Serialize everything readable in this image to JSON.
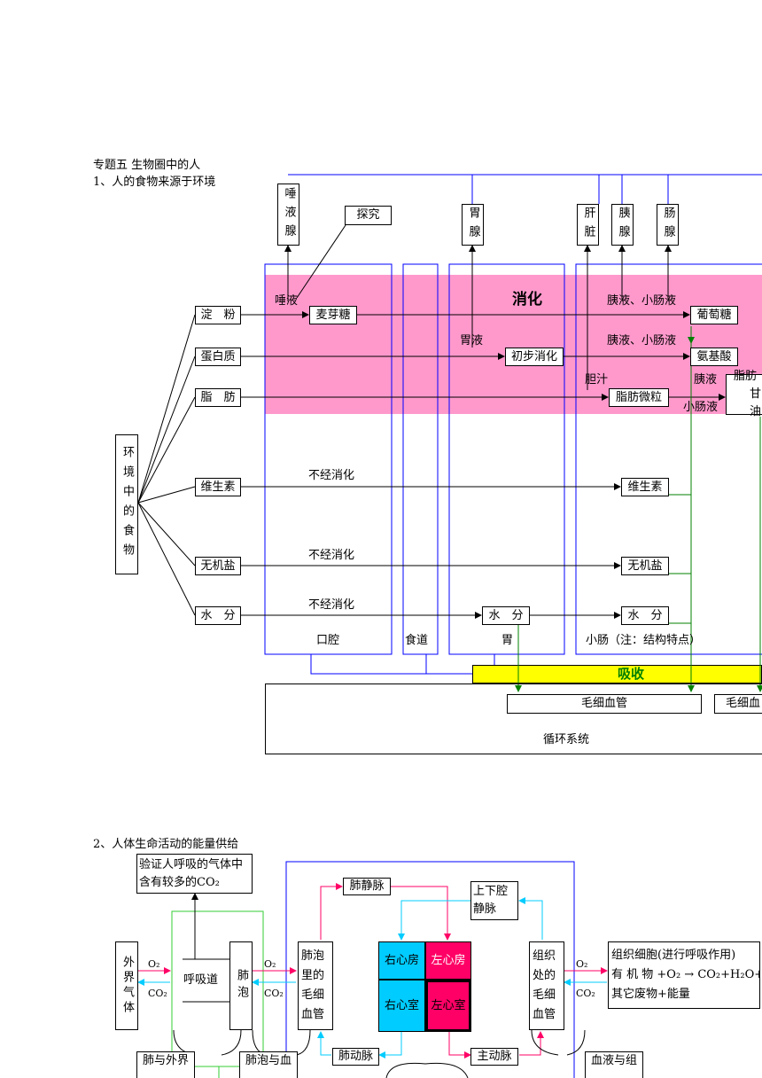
{
  "section1": {
    "heading": "专题五 生物圈中的人",
    "subheading": "1、人的食物来源于环境",
    "source_food": "环境中的食物",
    "foods": [
      "淀　粉",
      "蛋白质",
      "脂　肪",
      "维生素",
      "无机盐",
      "水　分"
    ],
    "glands": {
      "saliva_gland": "唾液腺",
      "explore": "探究",
      "gastric_gland": "胃腺",
      "liver": "肝脏",
      "pancreas": "胰腺",
      "intestinal_gland": "肠腺"
    },
    "digestion_title": "消化",
    "fluids": {
      "saliva": "唾液",
      "gastric_juice": "胃液",
      "pancreatic_intestinal_1": "胰液、小肠液",
      "pancreatic_intestinal_2": "胰液、小肠液",
      "bile": "胆汁",
      "pancreatic": "胰液",
      "intestinal": "小肠液"
    },
    "products": {
      "maltose": "麦芽糖",
      "glucose": "葡萄糖",
      "initial_digestion": "初步消化",
      "amino_acid": "氨基酸",
      "fat_particles": "脂肪微粒",
      "fatty_acid": "脂肪",
      "glycerol_partial": "甘油"
    },
    "no_digestion": [
      "不经消化",
      "不经消化",
      "不经消化"
    ],
    "targets": [
      "维生素",
      "无机盐",
      "水　分",
      "水　分"
    ],
    "organs": [
      "口腔",
      "食道",
      "胃",
      "小肠（注：结构特点）"
    ],
    "absorption": "吸收",
    "capillary_1": "毛细血管",
    "capillary_2": "毛细血",
    "circulation": "循环系统"
  },
  "section2": {
    "heading": "2、人体生命活动的能量供给",
    "verify": "验证人呼吸的气体中含有较多的CO₂",
    "outside_air": "外界气体",
    "airway": "呼吸道",
    "alveoli": "肺泡",
    "alveolar_capillary": "肺泡里的毛细血管",
    "pulmonary_vein": "肺静脉",
    "vena_cava": "上下腔静脉",
    "right_atrium": "右心房",
    "left_atrium": "左心房",
    "right_ventricle": "右心室",
    "left_ventricle": "左心室",
    "tissue_capillary": "组织处的毛细血管",
    "tissue_cell_line1": "组织细胞(进行呼吸作用)",
    "tissue_cell_line2": "有 机 物 +O₂ → CO₂+H₂O+",
    "tissue_cell_line3": "其它废物+能量",
    "o2": "O₂",
    "co2": "CO₂",
    "pulmonary_artery": "肺动脉",
    "aorta": "主动脉",
    "lung_outside": "肺与外界",
    "alveoli_blood": "肺泡与血",
    "blood_tissue": "血液与组"
  },
  "colors": {
    "digestion_bg": "#ff99cc",
    "absorption_bg": "#ffff00",
    "cyan": "#00ccff",
    "magenta": "#ff0066",
    "blue_frame": "#0000ff",
    "green": "#008000",
    "lime": "#33cc33"
  }
}
